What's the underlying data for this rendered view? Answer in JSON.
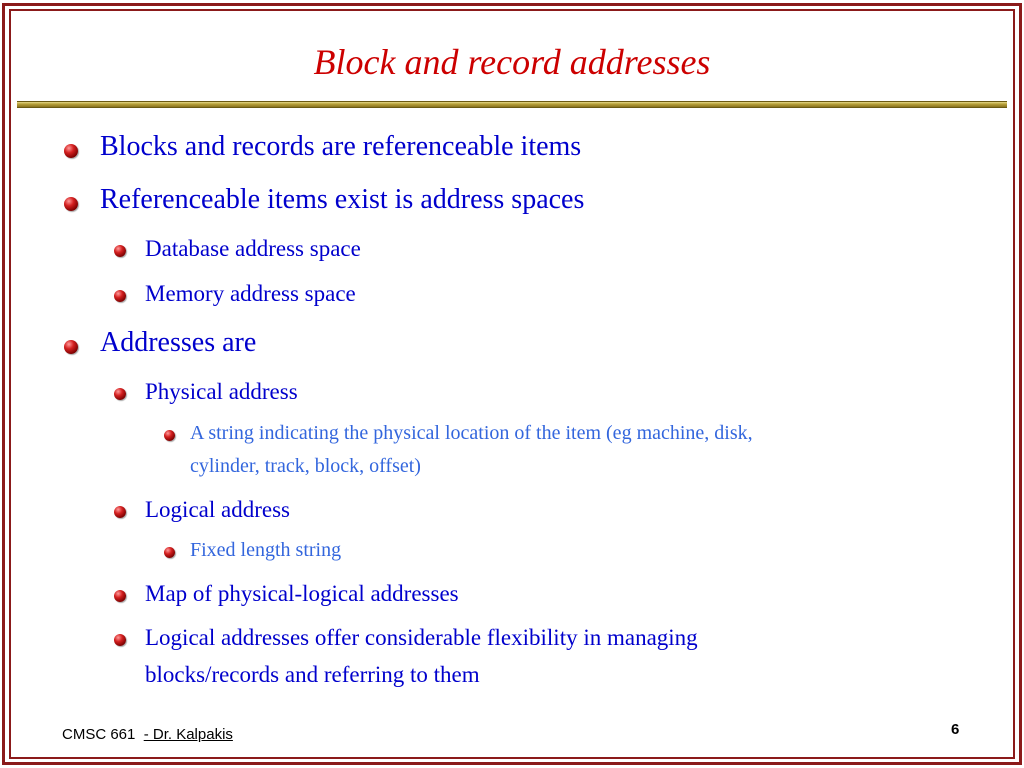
{
  "slide": {
    "title": "Block and record addresses",
    "bullets": [
      {
        "level": 1,
        "text": "Blocks and records are referenceable items"
      },
      {
        "level": 1,
        "text": "Referenceable items exist is address spaces"
      },
      {
        "level": 2,
        "text": "Database address space"
      },
      {
        "level": 2,
        "text": "Memory address space"
      },
      {
        "level": 1,
        "text": "Addresses are"
      },
      {
        "level": 2,
        "text": "Physical address"
      },
      {
        "level": 3,
        "lines": [
          "A string indicating the physical location of the item (eg machine, disk,",
          "cylinder, track, block, offset)"
        ]
      },
      {
        "level": 2,
        "text": "Logical address"
      },
      {
        "level": 3,
        "text": "Fixed length string"
      },
      {
        "level": 2,
        "text": "Map of physical-logical addresses"
      },
      {
        "level": 2,
        "lines": [
          "Logical addresses offer considerable flexibility in managing",
          "blocks/records and referring to them"
        ]
      }
    ]
  },
  "footer": {
    "course": "CMSC 661",
    "author": "- Dr. Kalpakis",
    "page_number": "6"
  },
  "colors": {
    "title": "#cc0000",
    "level1_text": "#0000cc",
    "level2_text": "#0000cc",
    "level3_text": "#3366dd",
    "frame": "#8b1a1a",
    "rule": "#b9a23a"
  }
}
